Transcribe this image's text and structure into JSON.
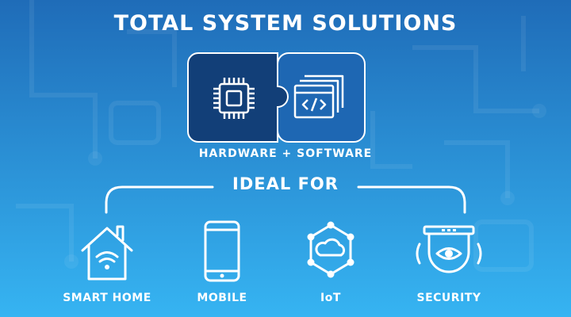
{
  "title": "TOTAL SYSTEM SOLUTIONS",
  "subtitle": "HARDWARE + SOFTWARE",
  "ideal_for": "IDEAL FOR",
  "items": [
    {
      "label": "SMART HOME",
      "icon": "smart-home-icon"
    },
    {
      "label": "MOBILE",
      "icon": "mobile-phone-icon"
    },
    {
      "label": "IoT",
      "icon": "iot-cloud-network-icon"
    },
    {
      "label": "SECURITY",
      "icon": "security-camera-icon"
    }
  ],
  "colors": {
    "background_top": "#1f6cb8",
    "background_bottom": "#34b2f0",
    "hardware_tile": "#123f78",
    "software_tile": "#1e67b3",
    "foreground": "#ffffff"
  }
}
